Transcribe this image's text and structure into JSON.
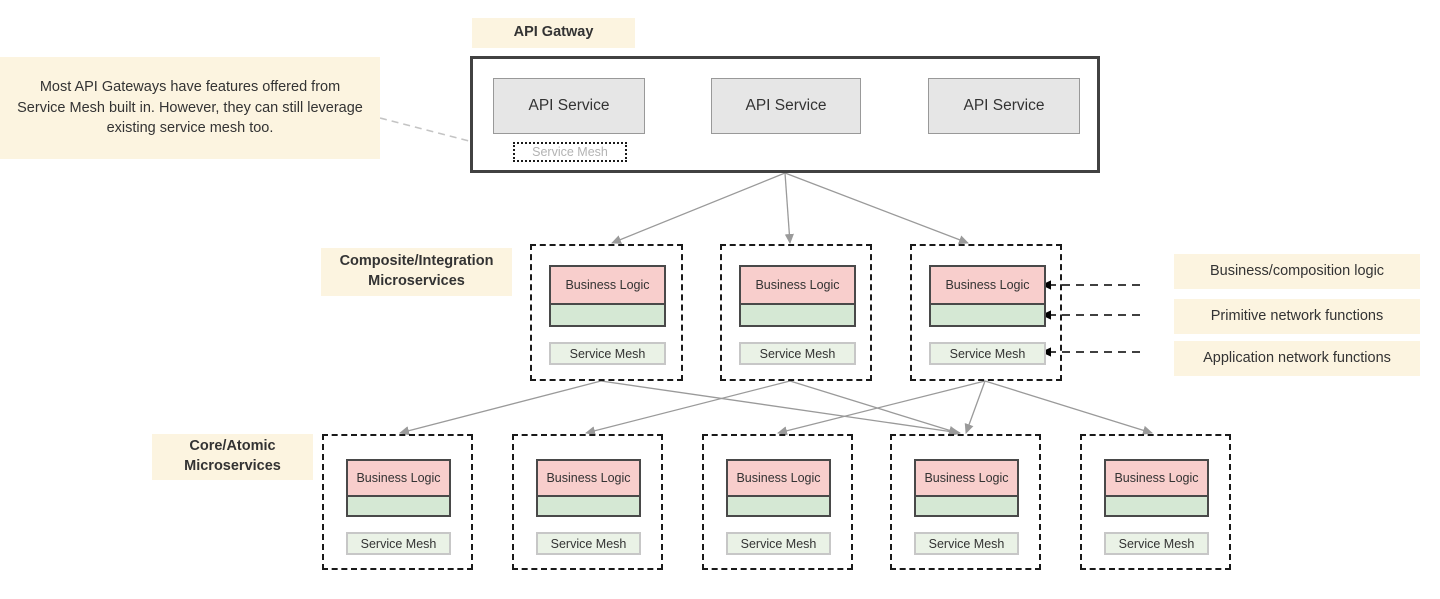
{
  "diagram": {
    "title_tab": "API Gatway",
    "note": "Most API Gateways have features offered from Service Mesh built in. However, they can still leverage existing service mesh too.",
    "labels": {
      "composite": "Composite/Integration Microservices",
      "core": "Core/Atomic Microservices"
    },
    "gateway": {
      "services": [
        {
          "label": "API Service"
        },
        {
          "label": "API Service"
        },
        {
          "label": "API Service"
        }
      ],
      "service_mesh_label": "Service Mesh"
    },
    "composite_services": [
      {
        "business_logic": "Business Logic",
        "service_mesh": "Service Mesh"
      },
      {
        "business_logic": "Business Logic",
        "service_mesh": "Service Mesh"
      },
      {
        "business_logic": "Business Logic",
        "service_mesh": "Service Mesh"
      }
    ],
    "core_services": [
      {
        "business_logic": "Business Logic",
        "service_mesh": "Service Mesh"
      },
      {
        "business_logic": "Business Logic",
        "service_mesh": "Service Mesh"
      },
      {
        "business_logic": "Business Logic",
        "service_mesh": "Service Mesh"
      },
      {
        "business_logic": "Business Logic",
        "service_mesh": "Service Mesh"
      },
      {
        "business_logic": "Business Logic",
        "service_mesh": "Service Mesh"
      }
    ],
    "legend": [
      {
        "label": "Business/composition logic"
      },
      {
        "label": "Primitive network functions"
      },
      {
        "label": "Application network functions"
      }
    ],
    "colors": {
      "chip_background": "#fcf4e0",
      "business_logic": "#f8cecc",
      "network_function": "#d5e8d4",
      "service_mesh": "#eaf2e6",
      "api_service": "#e6e6e6",
      "gateway_border": "#414141",
      "connector": "#9a9a9a",
      "legend_connector": "#000000",
      "text": "#333333",
      "muted_text": "#b3b3b3"
    }
  }
}
